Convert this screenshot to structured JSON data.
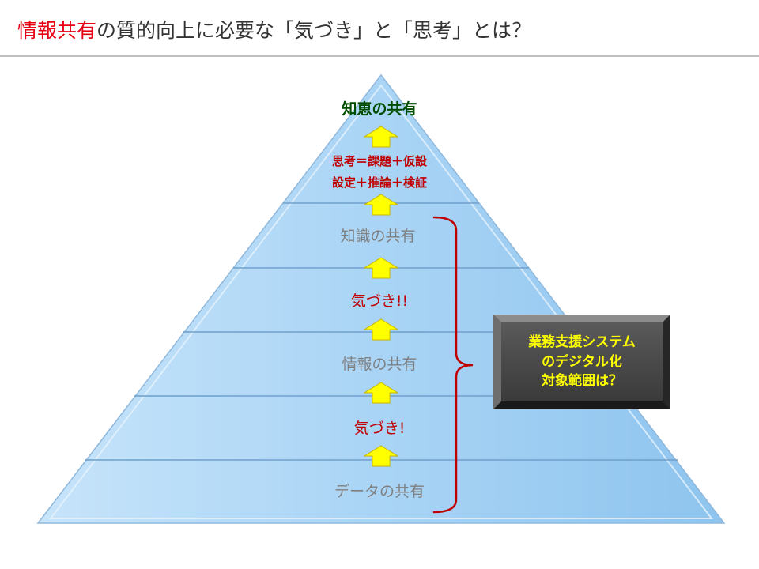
{
  "title": {
    "highlight": "情報共有",
    "rest": "の質的向上に必要な「気づき」と「思考」とは？"
  },
  "pyramid": {
    "levels": [
      {
        "id": "top",
        "label": "知恵の共有"
      },
      {
        "id": "thinking",
        "line1": "思考＝課題＋仮設",
        "line2": "設定＋推論＋検証"
      },
      {
        "id": "knowledge",
        "label": "知識の共有"
      },
      {
        "id": "awareness2",
        "label": "気づき!!"
      },
      {
        "id": "information",
        "label": "情報の共有"
      },
      {
        "id": "awareness1",
        "label": "気づき!"
      },
      {
        "id": "data",
        "label": "データの共有"
      }
    ]
  },
  "callout": {
    "line1": "業務支援システム",
    "line2": "のデジタル化",
    "line3": "対象範囲は？"
  },
  "colors": {
    "title_accent": "#e60012",
    "pyramid_fill": "#a9d4f5",
    "arrow_fill": "#ffff00",
    "top_label": "#004d00",
    "red_label": "#c00000",
    "gray_label": "#7f7f7f",
    "bracket": "#c00000",
    "callout_bg": "#4a4a4a",
    "callout_text": "#ffff00"
  }
}
